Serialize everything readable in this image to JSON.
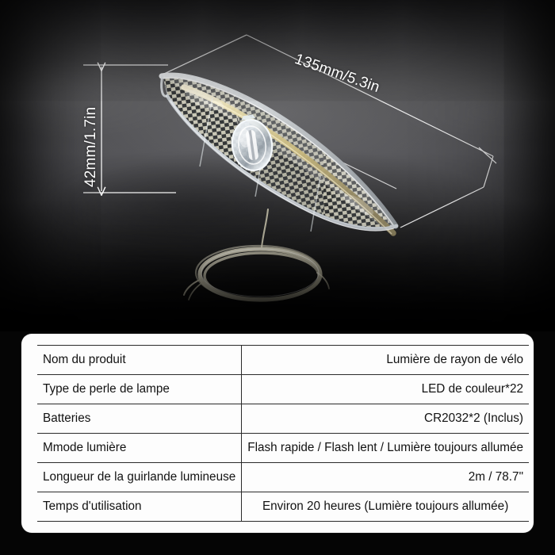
{
  "product_photo": {
    "alt_name": "bicycle-wheel-spoke-light",
    "dimensions": {
      "horizontal_label": "135mm/5.3in",
      "vertical_label": "42mm/1.7in"
    },
    "parts": {
      "lens_button": "oval-acrylic-lens",
      "wire_coil": "coiled-led-string-wire"
    },
    "colors": {
      "background_dark": "#1b1b1d",
      "background_light": "#55555a",
      "dimension_line": "#ffffff",
      "chrome_strip": "#d9cfa8"
    }
  },
  "spec_table": {
    "rows": [
      {
        "label": "Nom du produit",
        "value": "Lumière de rayon de vélo",
        "split": 50
      },
      {
        "label": "Type de perle de lampe",
        "value": "LED de couleur*22",
        "split": 50
      },
      {
        "label": "Batteries",
        "value": "CR2032*2 (Inclus)",
        "split": 50
      },
      {
        "label": "Mmode lumière",
        "value": "Flash rapide / Flash lent / Lumière toujours allumée",
        "split": 27
      },
      {
        "label": "Longueur de la guirlande lumineuse",
        "value": "2m / 78.7\"",
        "split": 69
      },
      {
        "label": "Temps d'utilisation",
        "value": "Environ 20 heures (Lumière toujours allumée)",
        "split": 34
      }
    ]
  }
}
